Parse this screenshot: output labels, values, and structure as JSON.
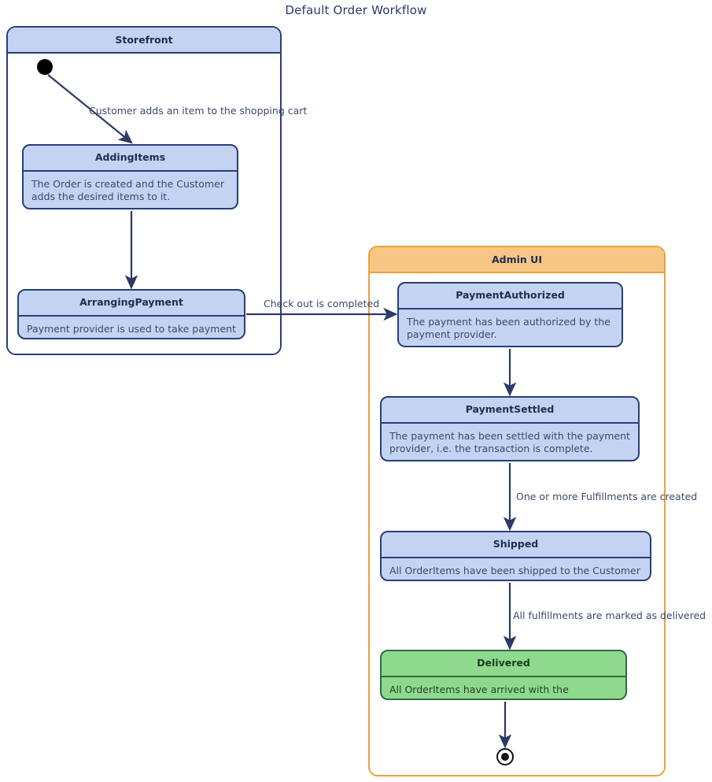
{
  "diagram": {
    "title": "Default Order Workflow",
    "type": "state-machine"
  },
  "colors": {
    "node_fill": "#c5d3f2",
    "node_border": "#27407a",
    "final_node_fill": "#8fd98f",
    "final_node_border": "#2f6b3f",
    "storefront_header": "#c5d3f2",
    "adminui_header": "#f7c684",
    "adminui_border": "#e8a33d",
    "text": "#1f2d4f",
    "edge": "#2b3a67"
  },
  "containers": [
    {
      "id": "storefront",
      "label": "Storefront"
    },
    {
      "id": "adminui",
      "label": "Admin UI"
    }
  ],
  "states": [
    {
      "id": "addingitems",
      "name": "AddingItems",
      "description": "The Order is created and the Customer adds the desired items to it.",
      "container": "storefront"
    },
    {
      "id": "arrangingpayment",
      "name": "ArrangingPayment",
      "description": "Payment provider is used to take payment",
      "container": "storefront"
    },
    {
      "id": "paymentauthorized",
      "name": "PaymentAuthorized",
      "description": "The payment has been authorized by the payment provider.",
      "container": "adminui"
    },
    {
      "id": "paymentsettled",
      "name": "PaymentSettled",
      "description": "The payment has been settled with the payment provider, i.e. the transaction is complete.",
      "container": "adminui"
    },
    {
      "id": "shipped",
      "name": "Shipped",
      "description": "All OrderItems have been shipped to the Customer",
      "container": "adminui"
    },
    {
      "id": "delivered",
      "name": "Delivered",
      "description": "All OrderItems have arrived with the Customer",
      "container": "adminui"
    }
  ],
  "pseudo_states": [
    {
      "id": "start",
      "kind": "initial",
      "container": "storefront"
    },
    {
      "id": "end",
      "kind": "final",
      "container": "adminui"
    }
  ],
  "transitions": [
    {
      "id": "t1",
      "from": "start",
      "to": "addingitems",
      "label": "Customer adds an item to the shopping cart"
    },
    {
      "id": "t2",
      "from": "addingitems",
      "to": "arrangingpayment",
      "label": ""
    },
    {
      "id": "t3",
      "from": "arrangingpayment",
      "to": "paymentauthorized",
      "label": "Check out is completed"
    },
    {
      "id": "t4",
      "from": "paymentauthorized",
      "to": "paymentsettled",
      "label": ""
    },
    {
      "id": "t5",
      "from": "paymentsettled",
      "to": "shipped",
      "label": "One or more Fulfillments are created"
    },
    {
      "id": "t6",
      "from": "shipped",
      "to": "delivered",
      "label": "All fulfillments are marked as delivered"
    },
    {
      "id": "t7",
      "from": "delivered",
      "to": "end",
      "label": ""
    }
  ]
}
